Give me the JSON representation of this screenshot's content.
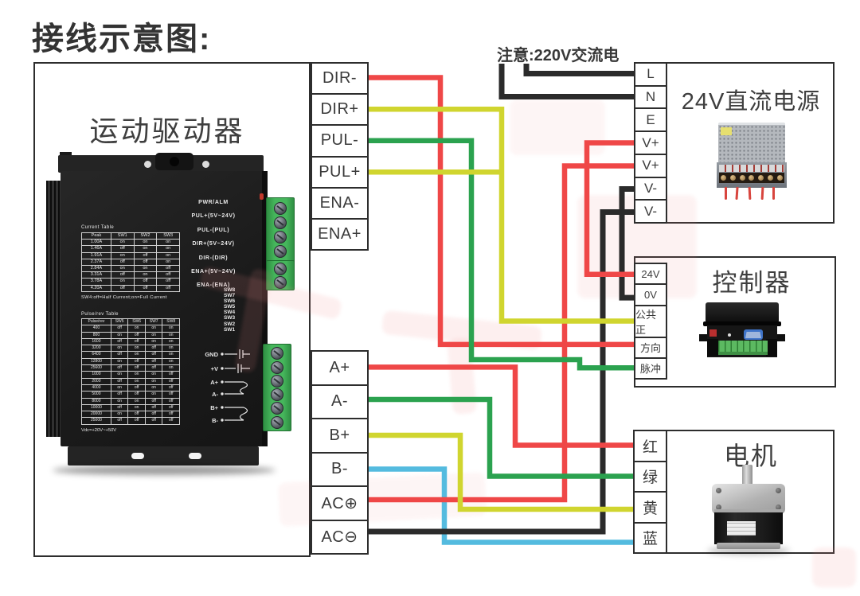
{
  "title": "接线示意图:",
  "note": "注意:220V交流电",
  "watermark_color": "#f08a8a",
  "wire_colors": {
    "red": "#ef4747",
    "yellow": "#d0d52f",
    "green": "#2ba24f",
    "cyan": "#54bbdf",
    "black": "#2b2b2b"
  },
  "driver": {
    "label": "运动驱动器",
    "terminals_top": [
      "DIR-",
      "DIR+",
      "PUL-",
      "PUL+",
      "ENA-",
      "ENA+"
    ],
    "terminals_bottom": [
      "A+",
      "A-",
      "B+",
      "B-",
      "AC⊕",
      "AC⊖"
    ],
    "panel": {
      "current_table": {
        "title": "Current Table",
        "headers": [
          "Peak",
          "SW1",
          "SW2",
          "SW3"
        ],
        "rows": [
          [
            "1.00A",
            "on",
            "on",
            "on"
          ],
          [
            "1.46A",
            "off",
            "on",
            "on"
          ],
          [
            "1.91A",
            "on",
            "off",
            "on"
          ],
          [
            "2.37A",
            "off",
            "off",
            "on"
          ],
          [
            "2.84A",
            "on",
            "on",
            "off"
          ],
          [
            "3.31A",
            "off",
            "on",
            "off"
          ],
          [
            "3.78A",
            "on",
            "off",
            "off"
          ],
          [
            "4.20A",
            "off",
            "off",
            "off"
          ]
        ]
      },
      "current_note": "SW4:off=Half Current;on=Full Current",
      "pulse_table": {
        "title": "Pulse/rev Table",
        "headers": [
          "Pulse/rev",
          "SW5",
          "SW6",
          "SW7",
          "SW8"
        ],
        "rows": [
          [
            "400",
            "off",
            "on",
            "on",
            "on"
          ],
          [
            "800",
            "on",
            "off",
            "on",
            "on"
          ],
          [
            "1600",
            "off",
            "off",
            "on",
            "on"
          ],
          [
            "3200",
            "on",
            "on",
            "off",
            "on"
          ],
          [
            "6400",
            "off",
            "on",
            "off",
            "on"
          ],
          [
            "12800",
            "on",
            "off",
            "off",
            "on"
          ],
          [
            "25600",
            "off",
            "off",
            "off",
            "on"
          ],
          [
            "1000",
            "on",
            "on",
            "on",
            "off"
          ],
          [
            "2000",
            "off",
            "on",
            "on",
            "off"
          ],
          [
            "4000",
            "on",
            "off",
            "on",
            "off"
          ],
          [
            "5000",
            "off",
            "off",
            "on",
            "off"
          ],
          [
            "8000",
            "on",
            "on",
            "off",
            "off"
          ],
          [
            "10000",
            "off",
            "on",
            "off",
            "off"
          ],
          [
            "20000",
            "on",
            "off",
            "off",
            "off"
          ],
          [
            "25000",
            "off",
            "off",
            "off",
            "off"
          ]
        ]
      },
      "vdc_note": "Vdc=+20V~+50V",
      "io_rows": [
        "PWR/ALM",
        "PUL+(5V~24V)",
        "PUL-(PUL)",
        "DIR+(5V~24V)",
        "DIR-(DIR)",
        "ENA+(5V~24V)",
        "ENA-(ENA)"
      ],
      "sw_stack": [
        "SW8",
        "SW7",
        "SW6",
        "SW5",
        "SW4",
        "SW3",
        "SW2",
        "SW1"
      ],
      "io_labels": [
        "GND",
        "+V",
        "A+",
        "A-",
        "B+",
        "B-"
      ]
    }
  },
  "power_supply": {
    "label": "24V直流电源",
    "terminals": [
      "L",
      "N",
      "E",
      "V+",
      "V+",
      "V-",
      "V-"
    ]
  },
  "controller": {
    "label": "控制器",
    "terminals": [
      "24V",
      "0V",
      "公共正",
      "方向",
      "脉冲"
    ]
  },
  "motor": {
    "label": "电机",
    "terminals": [
      "红",
      "绿",
      "黄",
      "蓝"
    ]
  },
  "connections": [
    {
      "from": "220V交流电",
      "to": "电源 L",
      "color": "black"
    },
    {
      "from": "220V交流电",
      "to": "电源 N",
      "color": "black"
    },
    {
      "from": "电源 V+",
      "to": "控制器 24V",
      "color": "red"
    },
    {
      "from": "电源 V+",
      "to": "驱动器 AC⊕",
      "color": "red"
    },
    {
      "from": "电源 V-",
      "to": "控制器 0V",
      "color": "black"
    },
    {
      "from": "电源 V-",
      "to": "驱动器 AC⊖",
      "color": "black"
    },
    {
      "from": "驱动器 DIR-",
      "to": "控制器 方向",
      "color": "red"
    },
    {
      "from": "驱动器 DIR+",
      "to": "控制器 公共正",
      "color": "yellow"
    },
    {
      "from": "驱动器 PUL+",
      "to": "控制器 公共正",
      "color": "yellow"
    },
    {
      "from": "驱动器 PUL-",
      "to": "控制器 脉冲",
      "color": "green"
    },
    {
      "from": "驱动器 A+",
      "to": "电机 红",
      "color": "red"
    },
    {
      "from": "驱动器 A-",
      "to": "电机 绿",
      "color": "green"
    },
    {
      "from": "驱动器 B+",
      "to": "电机 黄",
      "color": "yellow"
    },
    {
      "from": "驱动器 B-",
      "to": "电机 蓝",
      "color": "cyan"
    }
  ]
}
